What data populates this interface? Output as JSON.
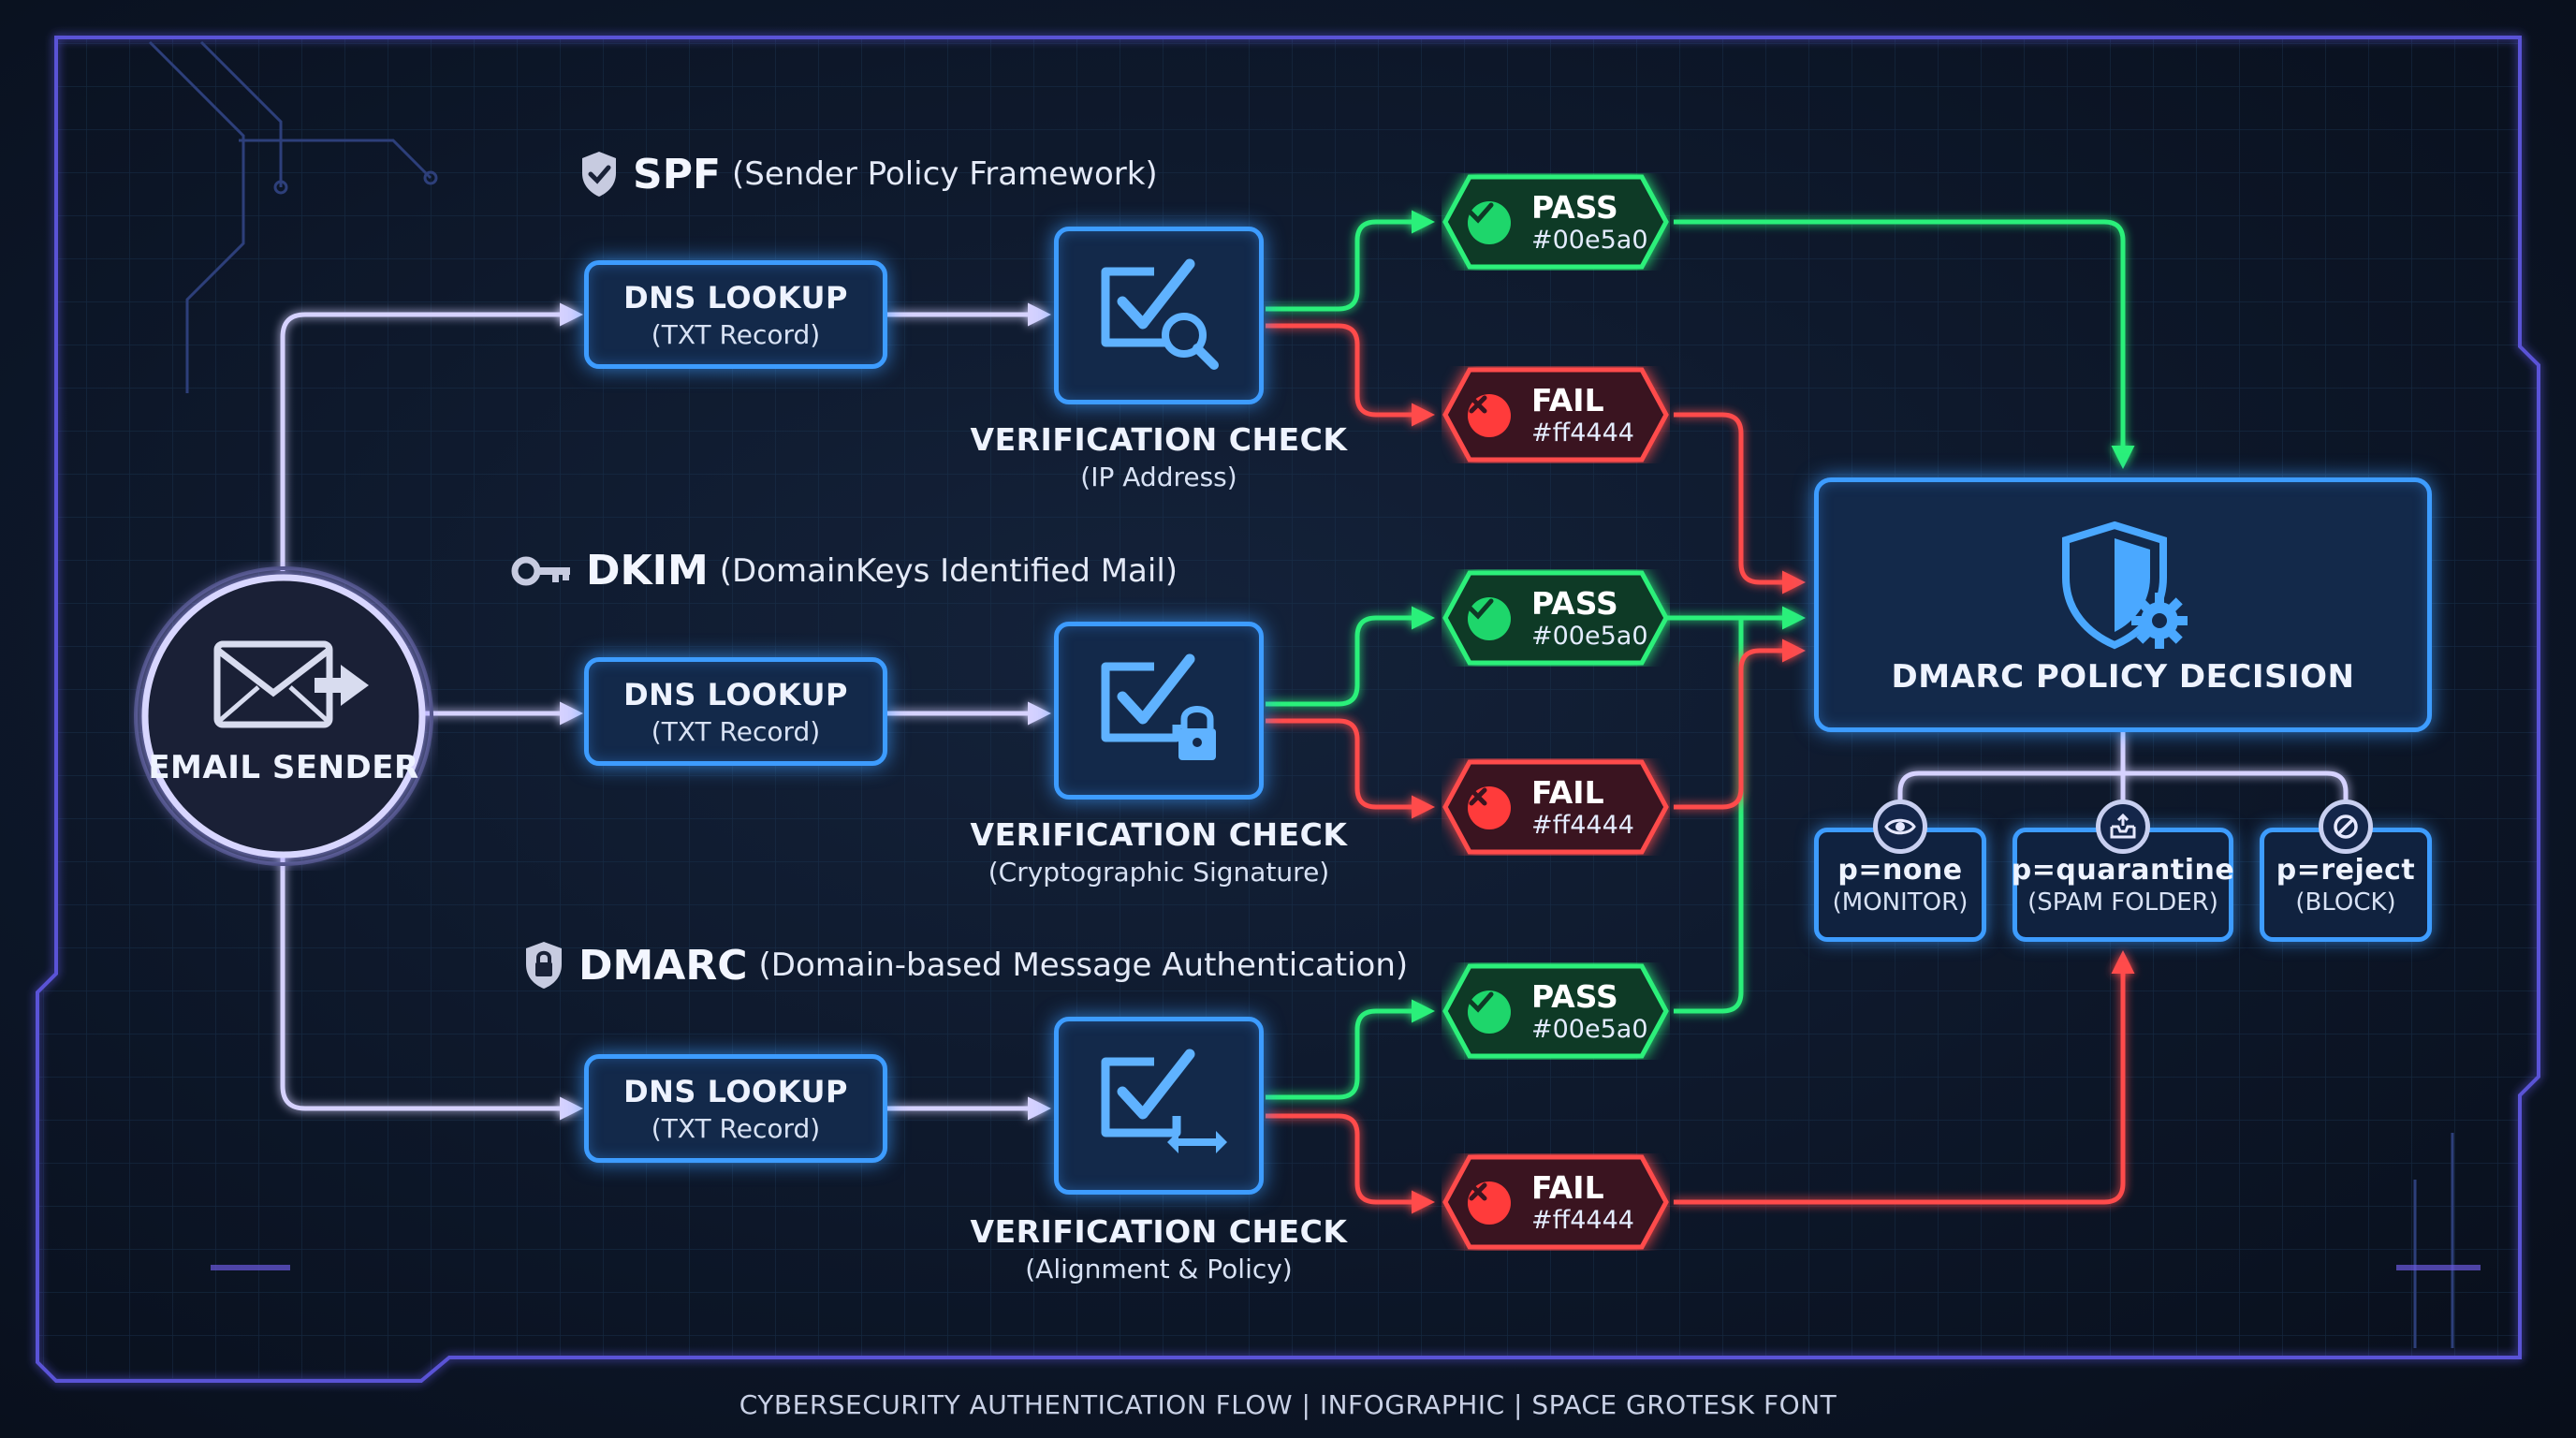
{
  "sections": {
    "spf": {
      "abbr": "SPF",
      "full": "(Sender Policy Framework)"
    },
    "dkim": {
      "abbr": "DKIM",
      "full": "(DomainKeys Identified Mail)"
    },
    "dmarc": {
      "abbr": "DMARC",
      "full": "(Domain-based Message Authentication)"
    }
  },
  "sender": {
    "label": "EMAIL SENDER"
  },
  "dns": {
    "title": "DNS LOOKUP",
    "subtitle": "(TXT Record)"
  },
  "verification": {
    "title": "VERIFICATION CHECK",
    "spf_subtitle": "(IP Address)",
    "dkim_subtitle": "(Cryptographic Signature)",
    "dmarc_subtitle": "(Alignment & Policy)"
  },
  "results": {
    "pass_label": "PASS",
    "pass_color": "#00e5a0",
    "fail_label": "FAIL",
    "fail_color": "#ff4444"
  },
  "decision": {
    "title": "DMARC POLICY DECISION"
  },
  "policies": [
    {
      "name": "p=none",
      "desc": "(MONITOR)",
      "icon": "eye-icon"
    },
    {
      "name": "p=quarantine",
      "desc": "(SPAM FOLDER)",
      "icon": "inbox-tray-icon"
    },
    {
      "name": "p=reject",
      "desc": "(BLOCK)",
      "icon": "block-icon"
    }
  ],
  "footer": "CYBERSECURITY AUTHENTICATION FLOW  |  INFOGRAPHIC  |  SPACE GROTESK FONT",
  "colors": {
    "accent_blue": "#3d9cff",
    "pass_green": "#2cf07a",
    "fail_red": "#ff4b4b",
    "connector": "#c9c6ff",
    "frame": "#5a52d6"
  }
}
